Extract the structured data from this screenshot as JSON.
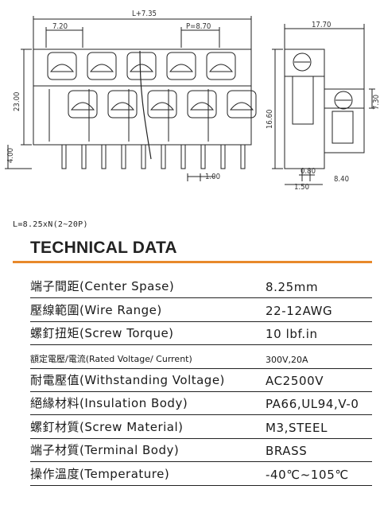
{
  "drawing": {
    "dims": {
      "overall": "L+7.35",
      "left_offset": "7.20",
      "pitch": "P=8.70",
      "height": "23.00",
      "pin": "4.00",
      "pin_spacing": "1.00",
      "depth": "17.70",
      "side_height": "16.60",
      "top_height": "7.30",
      "pin_w": "0.80",
      "pin_base": "1.50",
      "side_offset": "8.40"
    }
  },
  "formula": "L=8.25xN(2~20P)",
  "heading": "TECHNICAL DATA",
  "rows": [
    {
      "label": "端子間距(Center Spase)",
      "value": "8.25mm"
    },
    {
      "label": "壓線範圍(Wire Range)",
      "value": "22-12AWG"
    },
    {
      "label": "螺釘扭矩(Screw Torque)",
      "value": "10 lbf.in"
    },
    {
      "label": "額定電壓/電流(Rated Voltage/ Current)",
      "value": "300V,20A",
      "small": true
    },
    {
      "label": "耐電壓值(Withstanding Voltage)",
      "value": "AC2500V"
    },
    {
      "label": "絕緣材料(Insulation Body)",
      "value": "PA66,UL94,V-0"
    },
    {
      "label": "螺釘材質(Screw Material)",
      "value": "M3,STEEL"
    },
    {
      "label": "端子材質(Terminal Body)",
      "value": "BRASS"
    },
    {
      "label": "操作溫度(Temperature)",
      "value": "-40℃~105℃"
    }
  ]
}
